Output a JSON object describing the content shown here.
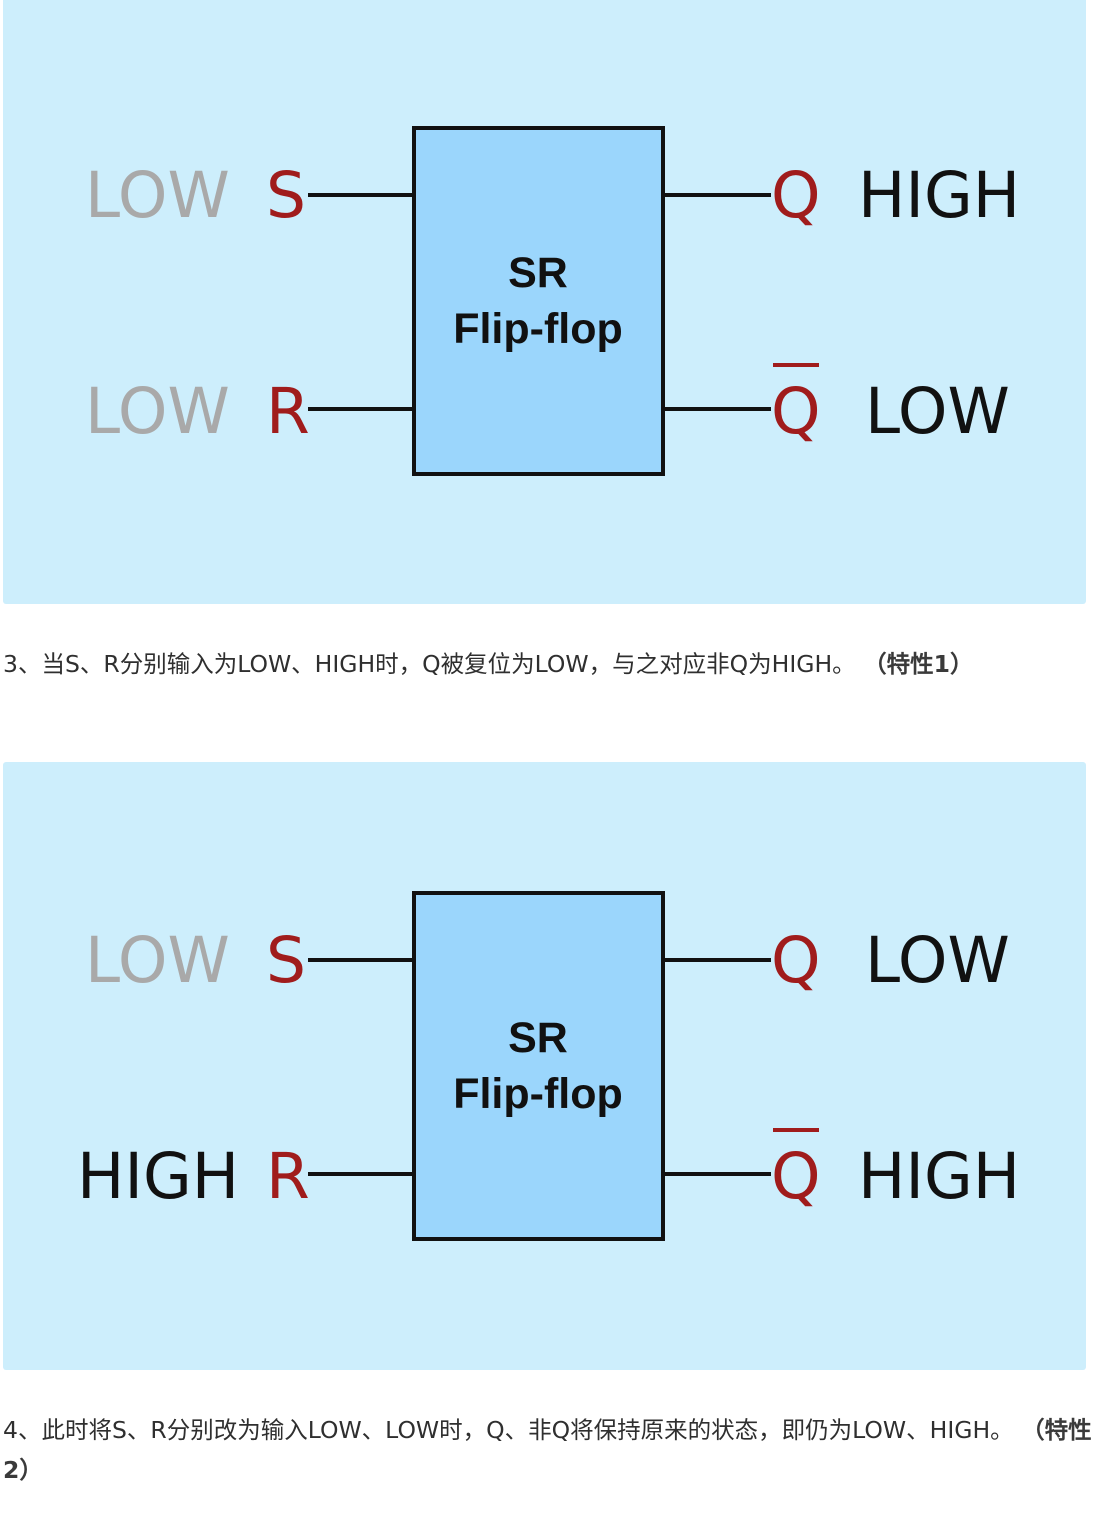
{
  "figures": [
    {
      "box_label_line1": "SR",
      "box_label_line2": "Flip-flop",
      "pins": {
        "s": "S",
        "r": "R",
        "q": "Q",
        "qbar": "Q"
      },
      "s_state": "LOW",
      "r_state": "LOW",
      "q_state": "HIGH",
      "qbar_state": "LOW",
      "s_state_color": "#a9a9a9",
      "r_state_color": "#a9a9a9"
    },
    {
      "box_label_line1": "SR",
      "box_label_line2": "Flip-flop",
      "pins": {
        "s": "S",
        "r": "R",
        "q": "Q",
        "qbar": "Q"
      },
      "s_state": "LOW",
      "r_state": "HIGH",
      "q_state": "LOW",
      "qbar_state": "HIGH",
      "s_state_color": "#a9a9a9",
      "r_state_color": "#111111"
    }
  ],
  "captions": [
    {
      "text": "3、当S、R分别输入为LOW、HIGH时，Q被复位为LOW，与之对应非Q为HIGH。",
      "bold": "（特性1）"
    },
    {
      "text": "4、此时将S、R分别改为输入LOW、LOW时，Q、非Q将保持原来的状态，即仍为LOW、HIGH。",
      "bold": "（特性2）"
    }
  ],
  "colors": {
    "figure_background": "#cdeefc",
    "box_fill": "#9bd6fc",
    "pin_label": "#a01c1c",
    "active_state": "#111111",
    "inactive_state": "#a9a9a9"
  }
}
